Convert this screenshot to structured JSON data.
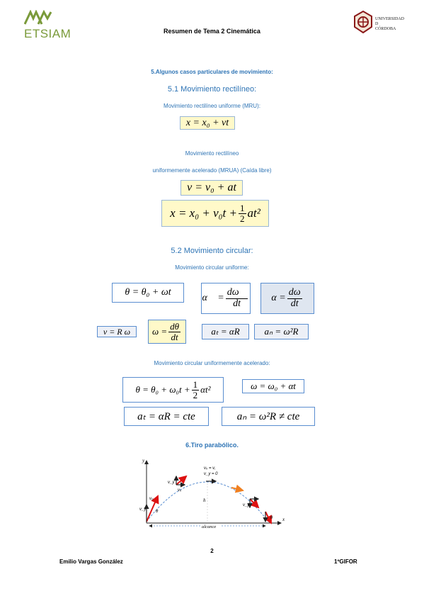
{
  "header": {
    "logo_left_text": "ETSIAM",
    "title": "Resumen de Tema 2 Cinemática",
    "logo_right_text": "UNIVERSIDAD\nD\nCÓRDOBA"
  },
  "section5": {
    "heading": "5.Algunos casos particulares de movimiento:",
    "sub1": "5.1 Movimiento rectilíneo:",
    "mru_label": "Movimiento rectilíneo uniforme (MRU):",
    "mru_eq": "x = x₀ + vt",
    "mrua_label_line1": "Movimiento rectilíneo",
    "mrua_label_line2": "uniformemente acelerado (MRUA) (Caída libre)",
    "mrua_eq1": "v = v₀ + at",
    "mrua_eq2_a": "x = x₀ + v₀t +",
    "mrua_eq2_num": "1",
    "mrua_eq2_den": "2",
    "mrua_eq2_b": "at²",
    "sub2": "5.2 Movimiento circular:",
    "mcu_label": "Movimiento circular uniforme:",
    "mcu_eq1": "θ = θ₀ + ωt",
    "mcu_eq2_lhs": "α⃗ =",
    "mcu_eq2_num": "dω⃗",
    "mcu_eq2_den": "dt",
    "mcu_eq3_lhs": "α =",
    "mcu_eq3_num": "dω",
    "mcu_eq3_den": "dt",
    "mcu_eq4": "v = R ω",
    "mcu_eq5_lhs": "ω =",
    "mcu_eq5_num": "dθ",
    "mcu_eq5_den": "dt",
    "mcu_eq6": "aₜ = αR",
    "mcu_eq7": "aₙ = ω²R",
    "mcua_label": "Movimiento circular uniformemente acelerado:",
    "mcua_eq1_a": "θ = θ₀ + ω₀t +",
    "mcua_eq1_num": "1",
    "mcua_eq1_den": "2",
    "mcua_eq1_b": "αt²",
    "mcua_eq2": "ω = ω₀ + αt",
    "mcua_eq3": "aₜ = αR = cte",
    "mcua_eq4": "aₙ = ω²R ≠ cte"
  },
  "section6": {
    "heading": "6.Tiro parabólico.",
    "diagram": {
      "axis_y": "y",
      "axis_x": "x",
      "apex_label1": "vₓ = v,",
      "apex_label2": "v_y = 0",
      "label_h": "h",
      "label_alcance": "alcance",
      "label_vx": "vₓ",
      "label_vy": "v_y",
      "label_v0": "v₀",
      "label_theta": "θ"
    }
  },
  "footer": {
    "page_number": "2",
    "author": "Emilio Vargas González",
    "course": "1ºGIFOR"
  }
}
